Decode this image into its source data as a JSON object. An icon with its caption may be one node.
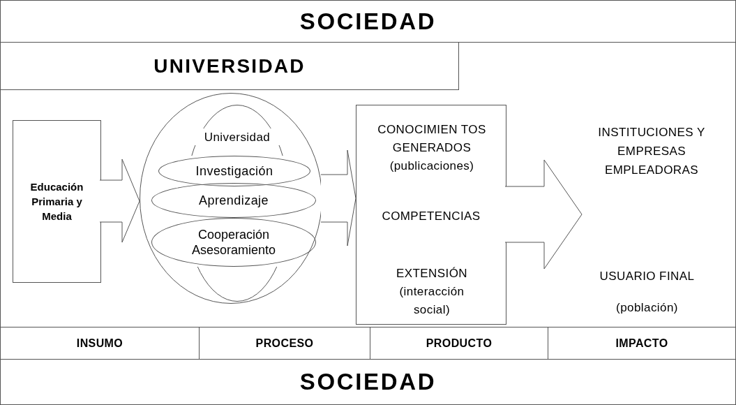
{
  "diagram": {
    "nodes": [
      {
        "text": [
          "SOCIEDAD"
        ]
      },
      {
        "text": [
          "UNIVERSIDAD"
        ]
      },
      {
        "text": [
          "Educación Primaria y Media"
        ]
      },
      {
        "text": [],
        "shape": "ellipse"
      },
      {
        "text": [
          "Universidad"
        ],
        "in": 3
      },
      {
        "text": [
          "Investigación"
        ],
        "in": 3
      },
      {
        "text": [
          "Aprendizaje"
        ],
        "in": 3
      },
      {
        "text": [
          "Cooperación Asesoramiento"
        ],
        "in": 3
      },
      {
        "text": [
          "CONOCIMIEN TOS GENERADOS (publicaciones)",
          "COMPETENCIAS",
          "EXTENSIÓN (interacción social)"
        ]
      },
      {
        "text": [
          "SOCIEDAD"
        ]
      }
    ],
    "edges": [
      {
        "from": 2,
        "to": 3,
        "arrow": "to"
      },
      {
        "from": 3,
        "to": 8,
        "arrow": "to"
      },
      {
        "from": 8,
        "to": null,
        "arrow": "to"
      }
    ],
    "labels": [
      "INSTITUCIONES Y EMPRESAS EMPLEADORAS",
      "USUARIO FINAL",
      "(población)",
      "INSUMO",
      "PROCESO",
      "PRODUCTO",
      "IMPACTO"
    ]
  }
}
